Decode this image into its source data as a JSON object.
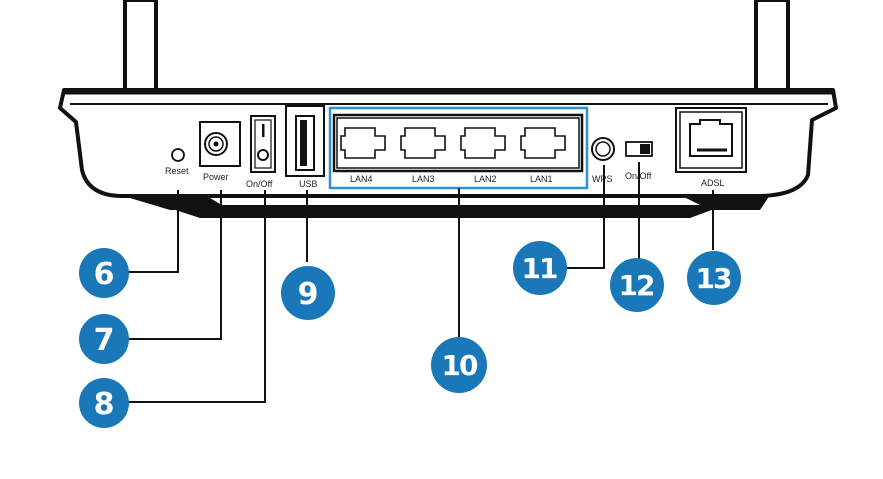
{
  "colors": {
    "callout": "#1a78b8",
    "line": "#1a1a1a",
    "highlight": "#2f8fd0"
  },
  "ports": {
    "reset": "Reset",
    "power": "Power",
    "onoff": "On/Off",
    "usb": "USB",
    "lan4": "LAN4",
    "lan3": "LAN3",
    "lan2": "LAN2",
    "lan1": "LAN1",
    "wps": "WPS",
    "onoff2": "On/Off",
    "adsl": "ADSL"
  },
  "callouts": {
    "c6": "6",
    "c7": "7",
    "c8": "8",
    "c9": "9",
    "c10": "10",
    "c11": "11",
    "c12": "12",
    "c13": "13"
  }
}
